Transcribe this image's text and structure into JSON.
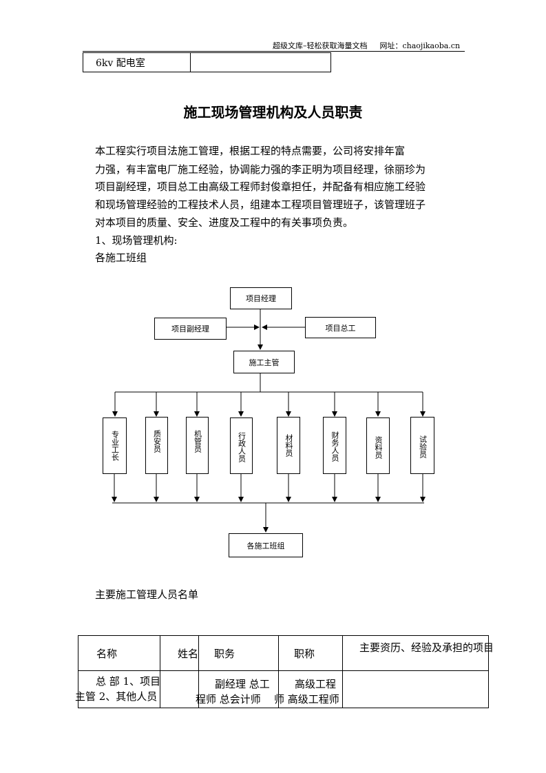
{
  "header": {
    "site": "超级文库–轻松获取海量文档",
    "url_label": "网址：chaojikaoba.cn"
  },
  "top_table": {
    "cell_1": "6kv 配电室",
    "cell_2": ""
  },
  "title": "施工现场管理机构及人员职责",
  "paragraph_lines": [
    "本工程实行项目法施工管理，根据工程的特点需要，公司将安排年富",
    "力强，有丰富电厂施工经验，协调能力强的李正明为项目经理，徐丽珍为",
    "项目副经理，项目总工由高级工程师封俊章担任，并配备有相应施工经验",
    "和现场管理经验的工程技术人员，组建本工程项目管理班子，该管理班子",
    "对本项目的质量、安全、进度及工程中的有关事项负责。"
  ],
  "section_1": "1、现场管理机构:",
  "section_1_sub": "各施工班组",
  "org_chart": {
    "manager": "项目经理",
    "deputy": "项目副经理",
    "chief_engineer": "项目总工",
    "supervisor": "施工主管",
    "roles": [
      "专业工长",
      "质安员",
      "机管员",
      "行政人员",
      "材料员",
      "财务人员",
      "资料员",
      "试验员"
    ],
    "teams": "各施工班组"
  },
  "staff_list_title": "主要施工管理人员名单",
  "staff_table": {
    "headers": [
      "名称",
      "姓名",
      "职务",
      "职称",
      "主要资历、经验及承担的项目"
    ],
    "row_1": {
      "name_line1": "总 部 1、项目",
      "name_line2": "主管 2、其他人员",
      "person": "",
      "duty_line1": "副经理 总工",
      "duty_line2": "程师 总会计师",
      "title_line1": "高级工程",
      "title_line2": "师 高级工程师",
      "experience": ""
    }
  }
}
